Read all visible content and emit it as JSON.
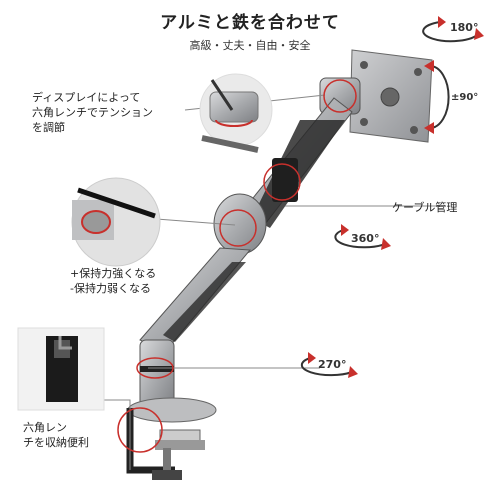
{
  "header": {
    "title": "アルミと鉄を合わせて",
    "subtitle": "高級・丈夫・自由・安全"
  },
  "callouts": {
    "tension_adjust": "ディスプレイによって\n六角レンチでテンション\nを調節",
    "cable_management": "ケーブル管理",
    "holding_force": "+保持力強くなる\n-保持力弱くなる",
    "hex_wrench_storage": "六角レン\nチを収納便利"
  },
  "angles": {
    "rotate_top": "180°",
    "tilt": "±90°",
    "swivel_mid": "360°",
    "swivel_base": "270°"
  },
  "colors": {
    "accent_red": "#c8302c",
    "arm_silver": "#b8b9bb",
    "arm_dark": "#2a2a2a"
  }
}
